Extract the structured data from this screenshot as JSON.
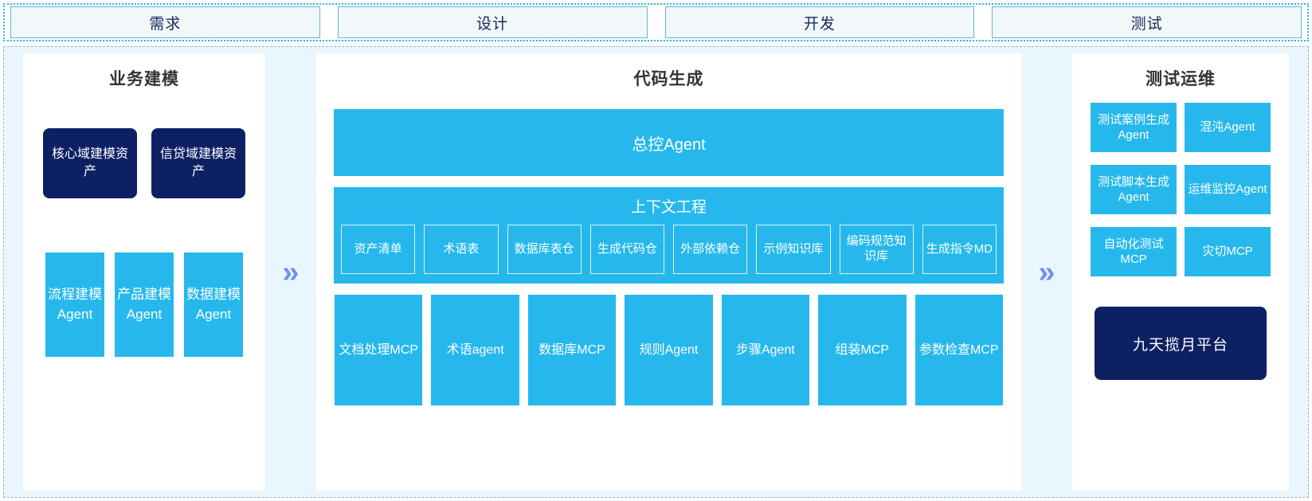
{
  "phases": [
    {
      "label": "需求"
    },
    {
      "label": "设计"
    },
    {
      "label": "开发"
    },
    {
      "label": "测试"
    }
  ],
  "separators": {
    "chevron_glyph": "»",
    "chevron_color": "#6e92e6"
  },
  "colors": {
    "accent_cyan": "#26b8ec",
    "navy": "#0d2064",
    "panel_bg": "#ffffff",
    "canvas_bg": "#eaf6fd",
    "phase_box_bg": "#f2f7fa",
    "phase_box_border": "#5fb6d4",
    "dotted_border": "#29b6e8",
    "dashed_border": "#8fb8dd"
  },
  "left_panel": {
    "title": "业务建模",
    "assets": [
      {
        "label": "核心域建模资产"
      },
      {
        "label": "信贷域建模资产"
      }
    ],
    "agents": [
      {
        "label": "流程建模Agent"
      },
      {
        "label": "产品建模Agent"
      },
      {
        "label": "数据建模Agent"
      }
    ]
  },
  "center_panel": {
    "title": "代码生成",
    "master_agent": "总控Agent",
    "context": {
      "title": "上下文工程",
      "items": [
        {
          "label": "资产清单"
        },
        {
          "label": "术语表"
        },
        {
          "label": "数据库表仓"
        },
        {
          "label": "生成代码仓"
        },
        {
          "label": "外部依赖仓"
        },
        {
          "label": "示例知识库"
        },
        {
          "label": "编码规范知识库"
        },
        {
          "label": "生成指令MD"
        }
      ]
    },
    "tools": [
      {
        "label": "文档处理MCP"
      },
      {
        "label": "术语agent"
      },
      {
        "label": "数据库MCP"
      },
      {
        "label": "规则Agent"
      },
      {
        "label": "步骤Agent"
      },
      {
        "label": "组装MCP"
      },
      {
        "label": "参数检查MCP"
      }
    ]
  },
  "right_panel": {
    "title": "测试运维",
    "cards": [
      {
        "label": "测试案例生成Agent"
      },
      {
        "label": "混沌Agent"
      },
      {
        "label": "测试脚本生成Agent"
      },
      {
        "label": "运维监控Agent"
      },
      {
        "label": "自动化测试MCP"
      },
      {
        "label": "灾切MCP"
      }
    ],
    "platform": "九天揽月平台"
  }
}
